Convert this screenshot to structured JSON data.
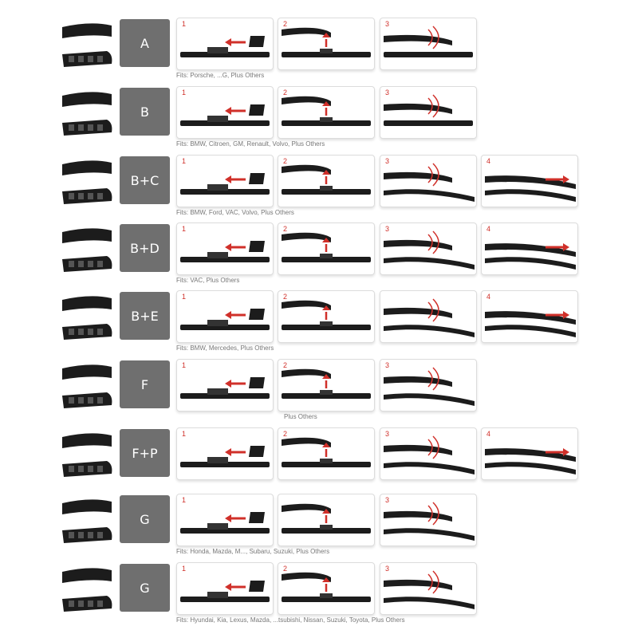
{
  "colors": {
    "label_bg": "#6f6f6f",
    "arrow": "#d0302a",
    "blade": "#1c1c1c"
  },
  "rows": [
    {
      "label": "A",
      "fits": "Fits: Porsche, ...G, Plus Others",
      "steps": [
        "1",
        "2",
        "3"
      ]
    },
    {
      "label": "B",
      "fits": "Fits: BMW, Citroen, GM, Renault, Volvo, Plus Others",
      "steps": [
        "1",
        "2",
        "3"
      ]
    },
    {
      "label": "B+C",
      "fits": "Fits: BMW, Ford, VAC, Volvo, Plus Others",
      "steps": [
        "1",
        "2",
        "3",
        "4"
      ]
    },
    {
      "label": "B+D",
      "fits": "Fits: VAC, Plus Others",
      "steps": [
        "1",
        "2",
        "3",
        "4"
      ]
    },
    {
      "label": "B+E",
      "fits": "Fits: BMW, Mercedes, Plus Others",
      "steps": [
        "1",
        "2",
        "",
        "4"
      ]
    },
    {
      "label": "F",
      "fits": "Plus Others",
      "steps": [
        "1",
        "2",
        "3"
      ]
    },
    {
      "label": "F+P",
      "fits": "",
      "steps": [
        "1",
        "2",
        "3",
        "4"
      ]
    },
    {
      "label": "G",
      "fits": "Fits: Honda, Mazda, M..., Subaru, Suzuki, Plus Others",
      "steps": [
        "1",
        "",
        "3"
      ]
    },
    {
      "label": "G",
      "fits": "Fits: Hyundai, Kia, Lexus, Mazda, ...tsubishi, Nissan, Suzuki, Toyota, Plus Others",
      "steps": [
        "1",
        "2",
        "3"
      ]
    }
  ]
}
